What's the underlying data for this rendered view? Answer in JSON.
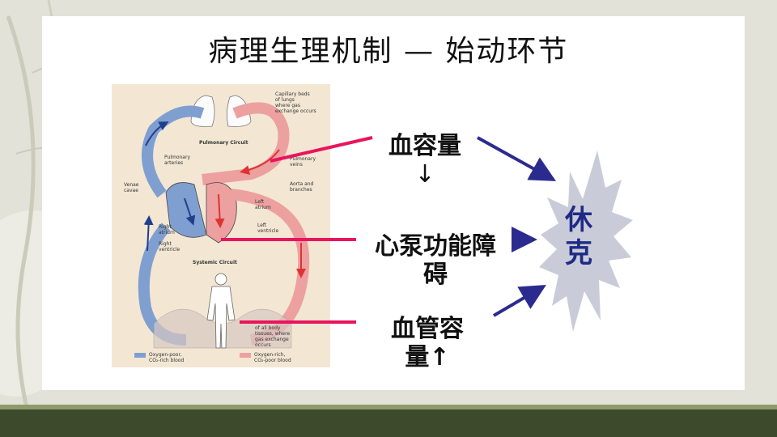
{
  "slide": {
    "title": "病理生理机制 — 始动环节"
  },
  "figure": {
    "labels": {
      "capillary_lungs": [
        "Capillary beds",
        "of lungs",
        "where gas",
        "exchange occurs"
      ],
      "pulmonary_circuit": "Pulmonary Circuit",
      "pulmonary_arteries": [
        "Pulmonary",
        "arteries"
      ],
      "pulmonary_veins": [
        "Pulmonary",
        "veins"
      ],
      "venae_cavae": [
        "Venae",
        "cavae"
      ],
      "aorta": [
        "Aorta and",
        "branches"
      ],
      "left_atrium": [
        "Left",
        "atrium"
      ],
      "left_ventricle": [
        "Left",
        "ventricle"
      ],
      "right_atrium": [
        "Right",
        "atrium"
      ],
      "right_ventricle": [
        "Right",
        "ventricle"
      ],
      "systemic_circuit": "Systemic Circuit",
      "capillary_body": [
        "of all body",
        "tissues, where",
        "gas exchange",
        "occurs"
      ],
      "legend_poor": [
        "Oxygen-poor,",
        "CO₂-rich blood"
      ],
      "legend_rich": [
        "Oxygen-rich,",
        "CO₂-poor blood"
      ]
    }
  },
  "causes": {
    "blood_volume": [
      "血容量",
      "↓"
    ],
    "pump_failure": [
      "心泵功能障",
      "碍"
    ],
    "vessel_capacity": [
      "血管容",
      "量↑"
    ]
  },
  "outcome": {
    "text": [
      "休",
      "克"
    ]
  },
  "colors": {
    "connector": "#e8155e",
    "arrow": "#2b2b8f",
    "blood_poor": "#7f9fd0",
    "blood_rich": "#eda0a0",
    "burst_fill": "#c9ccd8"
  }
}
